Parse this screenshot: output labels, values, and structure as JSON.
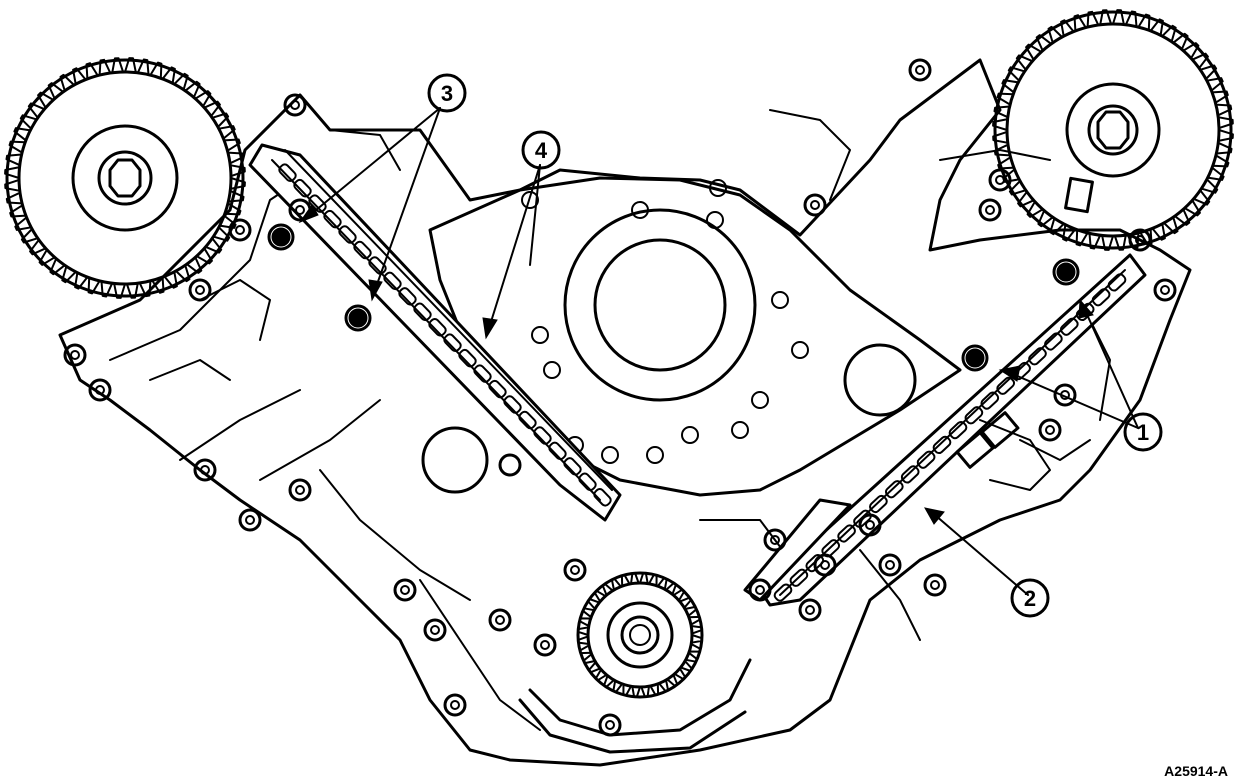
{
  "figure_code": "A25914-A",
  "callouts": [
    {
      "id": "callout-1",
      "label": "1"
    },
    {
      "id": "callout-2",
      "label": "2"
    },
    {
      "id": "callout-3",
      "label": "3"
    },
    {
      "id": "callout-4",
      "label": "4"
    }
  ]
}
